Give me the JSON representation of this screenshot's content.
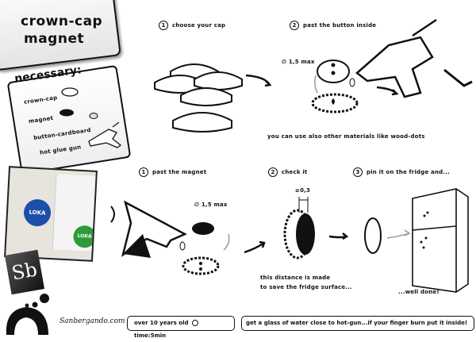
{
  "title": {
    "line1": "crown-cap",
    "line2": "magnet"
  },
  "necessary": {
    "heading": "necessary:",
    "items": [
      "crown-cap",
      "magnet",
      "button-cardboard",
      "hot glue gun"
    ]
  },
  "top_steps": [
    {
      "number": "1",
      "label": "choose your cap"
    },
    {
      "number": "2",
      "label": "past the button inside",
      "diameter": "1,5 max",
      "note": "you can use also other materials like wood-dots"
    }
  ],
  "bottom_steps": [
    {
      "number": "1",
      "label": "past the magnet",
      "diameter": "1,5 max"
    },
    {
      "number": "2",
      "label": "check it",
      "distance": "≥0,3",
      "note_line1": "this distance is made",
      "note_line2": "to save the fridge surface..."
    },
    {
      "number": "3",
      "label": "pin it on the fridge and...",
      "note": "...well done!"
    }
  ],
  "photo": {
    "cap_text": "LOKA"
  },
  "logo": {
    "text": "Sb"
  },
  "footer": {
    "site": "Sanbergando.com",
    "age": "over 10 years old",
    "time": "time:5min",
    "tip": "get a glass of water close to hot-gun...if your finger burn put it inside!"
  },
  "colors": {
    "blue_cap": "#1d4fa8",
    "green_cap": "#2f9a3a",
    "accent_gray": "#999999"
  }
}
